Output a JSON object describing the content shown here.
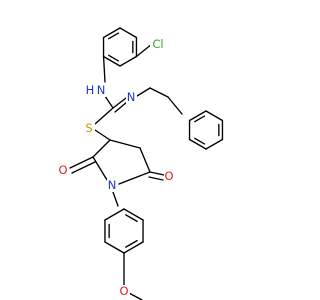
{
  "molecule": {
    "atoms": {
      "cl": {
        "text": "Cl",
        "element": "Cl",
        "color": "#33a829"
      },
      "nh": {
        "text": "H",
        "element": "H",
        "color": "#2233cc"
      },
      "n_nh": {
        "text": "N",
        "element": "N",
        "color": "#2233cc"
      },
      "n_imine": {
        "text": "N",
        "element": "N",
        "color": "#2233cc"
      },
      "s": {
        "text": "S",
        "element": "S",
        "color": "#b3a000"
      },
      "o_left": {
        "text": "O",
        "element": "O",
        "color": "#dd1f1f"
      },
      "o_right": {
        "text": "O",
        "element": "O",
        "color": "#dd1f1f"
      },
      "n_ring": {
        "text": "N",
        "element": "N",
        "color": "#2233cc"
      },
      "o_methoxy": {
        "text": "O",
        "element": "O",
        "color": "#dd1f1f"
      }
    },
    "bond_color": "#000000",
    "background": "#ffffff"
  }
}
